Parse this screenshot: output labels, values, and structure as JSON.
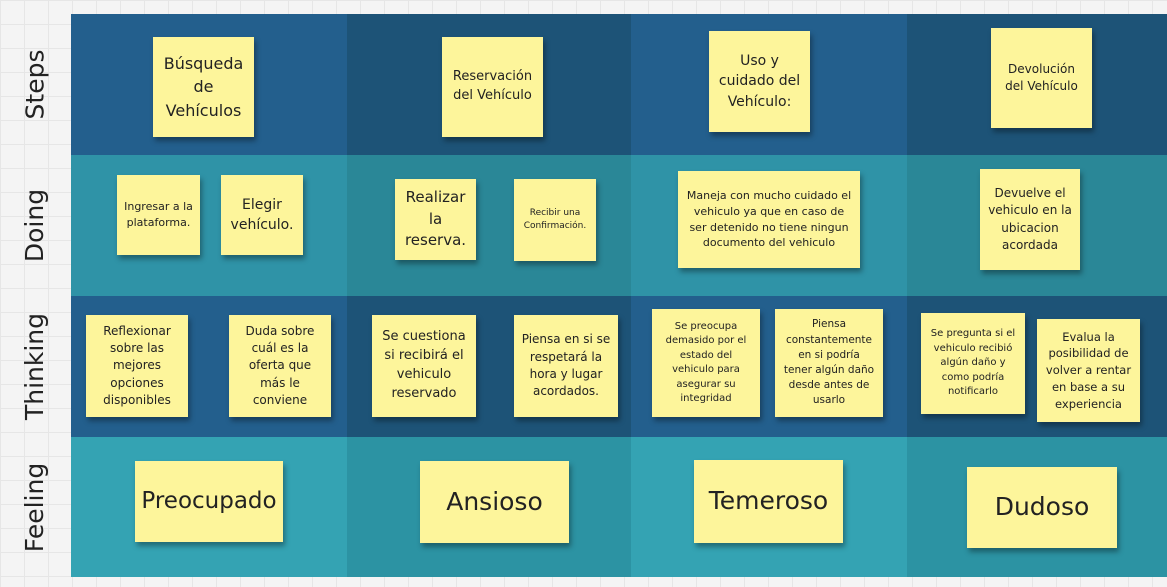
{
  "rows": {
    "steps": "Steps",
    "doing": "Doing",
    "thinking": "Thinking",
    "feeling": "Feeling"
  },
  "notes": {
    "s1": "Búsqueda de Vehículos",
    "s2": "Reservación del Vehículo",
    "s3": "Uso y cuidado del Vehículo:",
    "s4": "Devolución del Vehículo",
    "d1": "Ingresar a la plataforma.",
    "d2": "Elegir vehículo.",
    "d3": "Realizar la reserva.",
    "d4": "Recibir una Confirmación.",
    "d5": "Maneja con mucho cuidado el vehiculo ya que en caso de ser detenido no tiene ningun documento del vehiculo",
    "d6": "Devuelve el vehiculo en la ubicacion acordada",
    "t1": "Reflexionar sobre las mejores opciones disponibles",
    "t2": "Duda sobre cuál es la oferta que más le conviene",
    "t3": "Se cuestiona si recibirá el vehiculo reservado",
    "t4": "Piensa en si se respetará la hora y lugar acordados.",
    "t5": "Se preocupa demasido por el estado del vehiculo para asegurar su integridad",
    "t6": "Piensa constantemente en si podría tener algún daño desde antes de usarlo",
    "t7": "Se pregunta si el vehiculo recibió algún daño y como podría notificarlo",
    "t8": "Evalua la posibilidad de volver a rentar en base a su experiencia",
    "f1": "Preocupado",
    "f2": "Ansioso",
    "f3": "Temeroso",
    "f4": "Dudoso"
  },
  "colors": {
    "steps_a": "#235f8d",
    "steps_b": "#1d5377",
    "doing_a": "#2f93a7",
    "doing_b": "#2a8797",
    "thinking_a": "#235f8d",
    "thinking_b": "#1d5377",
    "feeling_a": "#34a3b3",
    "feeling_b": "#2c93a3",
    "note": "#fdf59b"
  }
}
